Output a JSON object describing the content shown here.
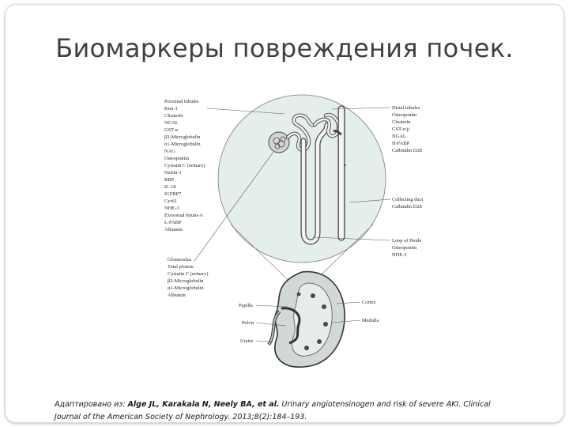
{
  "slide": {
    "title": "Биомаркеры повреждения почек."
  },
  "diagram": {
    "proximal_tubules": {
      "items": [
        "Proximal tubules",
        "Kim-1",
        "Clusterin",
        "NGAL",
        "GST-α",
        "β2-Microglobulin",
        "α1-Microglobulin",
        "NAG",
        "Osteopontin",
        "Cystatin C (urinary)",
        "Netrin-1",
        "RBP",
        "IL-18",
        "IGFBP7",
        "Cyr61",
        "NHE-3",
        "Exosomal fetuin-A",
        "L-FABP",
        "Albumin"
      ]
    },
    "glomerulus": {
      "items": [
        "Glomerulus",
        "Total protein",
        "Cystatin C (urinary)",
        "β2-Microglobulin",
        "α1-Microglobulin",
        "Albumin"
      ]
    },
    "distal_tubules": {
      "items": [
        "Distal tubules",
        "Osteopontin",
        "Clusterin",
        "GST-π/μ",
        "NGAL",
        "H-FABP",
        "Calbindin D28"
      ]
    },
    "collecting_duct": {
      "items": [
        "Collecting duct",
        "Calbindin D28"
      ]
    },
    "loop_of_henle": {
      "items": [
        "Loop of Henle",
        "Osteopontin",
        "NHE-3"
      ]
    },
    "kidney_labels": {
      "papilla": "Papilla",
      "pelvis": "Pelvis",
      "ureter": "Ureter",
      "cortex": "Cortex",
      "medulla": "Medulla"
    }
  },
  "citation": {
    "prefix": "Адаптировано из: ",
    "authors": "Alge JL, Karakala N, Neely BA, et al.",
    "rest_line1": " Urinary angiotensinogen and risk of severe AKI. Clinical",
    "line2": "Journal of the American Society of Nephrology. 2013;8(2):184–193."
  },
  "colors": {
    "title": "#404040",
    "circle_fill": "#e4eeeb",
    "line": "#555555"
  }
}
